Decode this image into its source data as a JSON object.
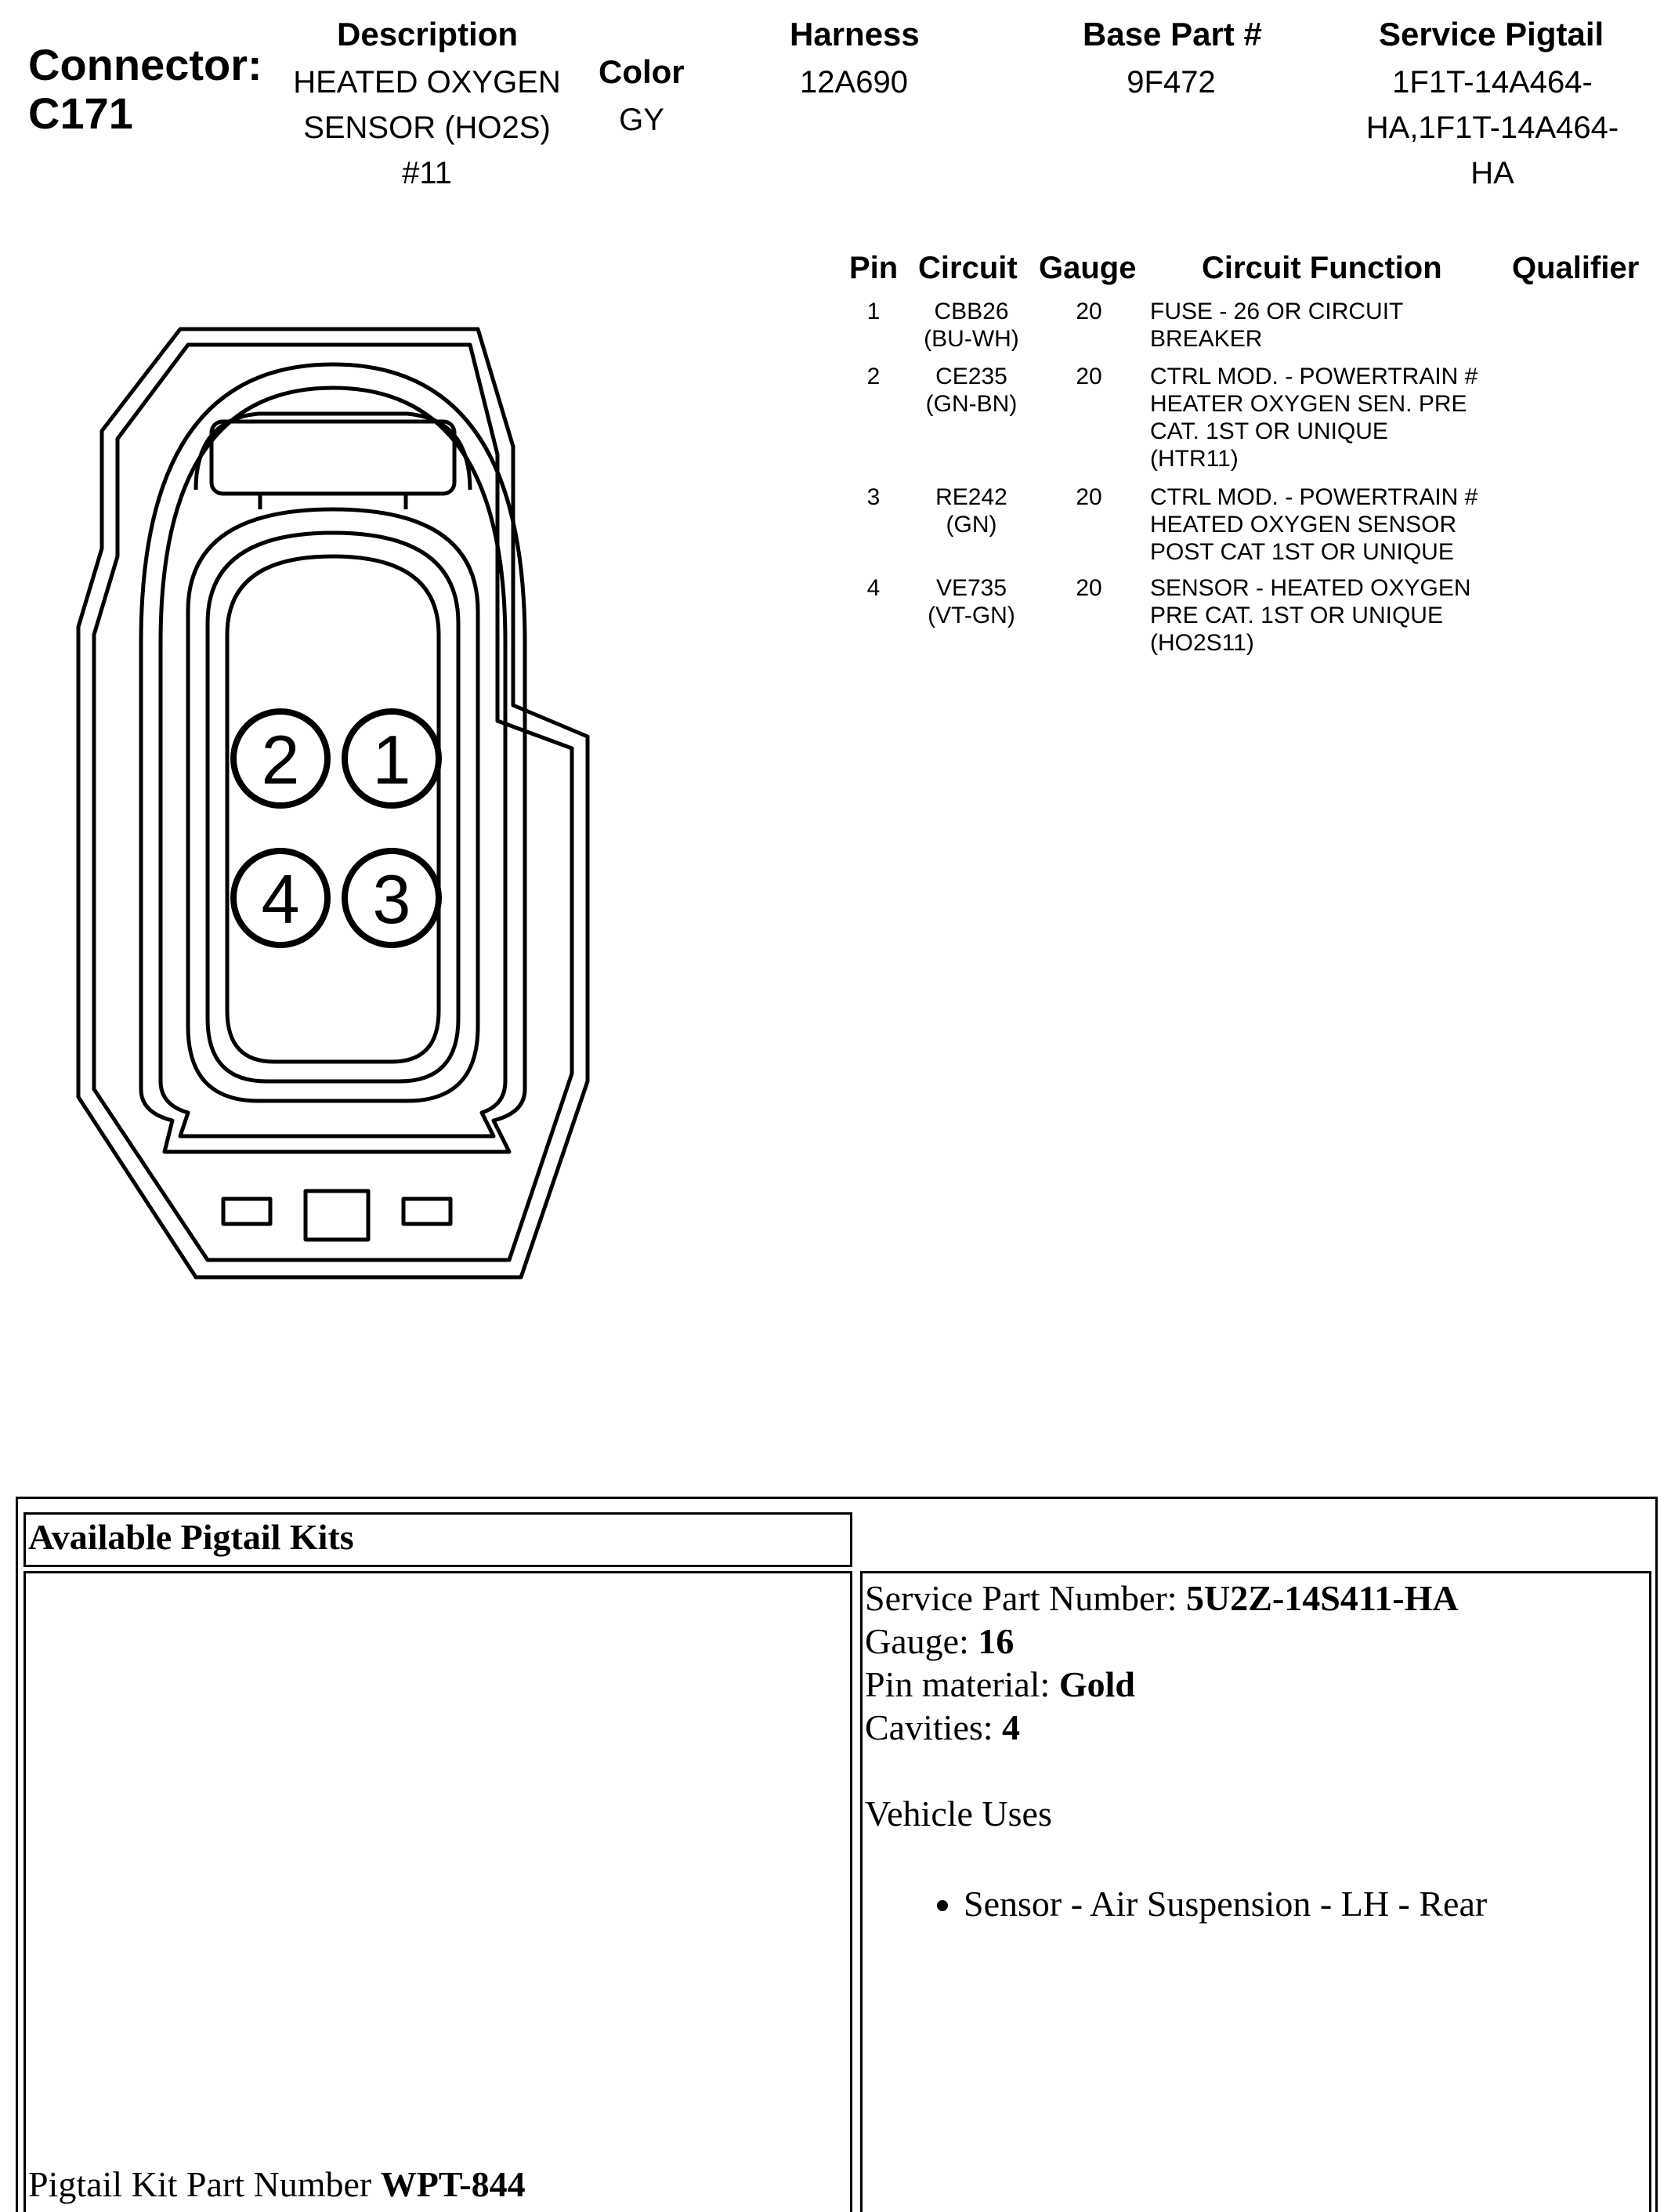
{
  "connector": {
    "label": "Connector:",
    "id": "C171"
  },
  "header": {
    "description": {
      "label": "Description",
      "lines": [
        "HEATED OXYGEN",
        "SENSOR (HO2S)",
        "#11"
      ]
    },
    "color": {
      "label": "Color",
      "value": "GY"
    },
    "harness": {
      "label": "Harness",
      "value": "12A690"
    },
    "base_part": {
      "label": "Base Part #",
      "value": "9F472"
    },
    "service_pigtail": {
      "label": "Service Pigtail",
      "lines": [
        "1F1T-14A464-",
        "HA,1F1T-14A464-",
        "HA"
      ]
    }
  },
  "pin_table": {
    "headers": [
      "Pin",
      "Circuit",
      "Gauge",
      "Circuit Function",
      "Qualifier"
    ],
    "rows": [
      {
        "pin": "1",
        "circuit": [
          "CBB26",
          "(BU-WH)"
        ],
        "gauge": "20",
        "function": [
          "FUSE - 26 OR CIRCUIT",
          "BREAKER"
        ]
      },
      {
        "pin": "2",
        "circuit": [
          "CE235",
          "(GN-BN)"
        ],
        "gauge": "20",
        "function": [
          "CTRL MOD. - POWERTRAIN #",
          "HEATER OXYGEN SEN. PRE",
          "CAT. 1ST OR UNIQUE",
          "(HTR11)"
        ]
      },
      {
        "pin": "3",
        "circuit": [
          "RE242",
          "(GN)"
        ],
        "gauge": "20",
        "function": [
          "CTRL MOD. - POWERTRAIN #",
          "HEATED OXYGEN SENSOR",
          "POST CAT 1ST OR UNIQUE"
        ]
      },
      {
        "pin": "4",
        "circuit": [
          "VE735",
          "(VT-GN)"
        ],
        "gauge": "20",
        "function": [
          "SENSOR - HEATED OXYGEN",
          "PRE CAT. 1ST OR UNIQUE",
          "(HO2S11)"
        ]
      }
    ]
  },
  "connector_pins": [
    "2",
    "1",
    "4",
    "3"
  ],
  "pigtail": {
    "section_title": "Available Pigtail Kits",
    "kit_label": "Pigtail Kit Part Number ",
    "kit_value": "WPT-844",
    "service_label": "Service Part Number: ",
    "service_value": "5U2Z-14S411-HA",
    "gauge_label": "Gauge: ",
    "gauge_value": "16",
    "material_label": "Pin material: ",
    "material_value": "Gold",
    "cavities_label": "Cavities: ",
    "cavities_value": "4",
    "vehicle_uses_label": "Vehicle Uses",
    "vehicle_uses": [
      "Sensor - Air Suspension - LH - Rear"
    ]
  }
}
